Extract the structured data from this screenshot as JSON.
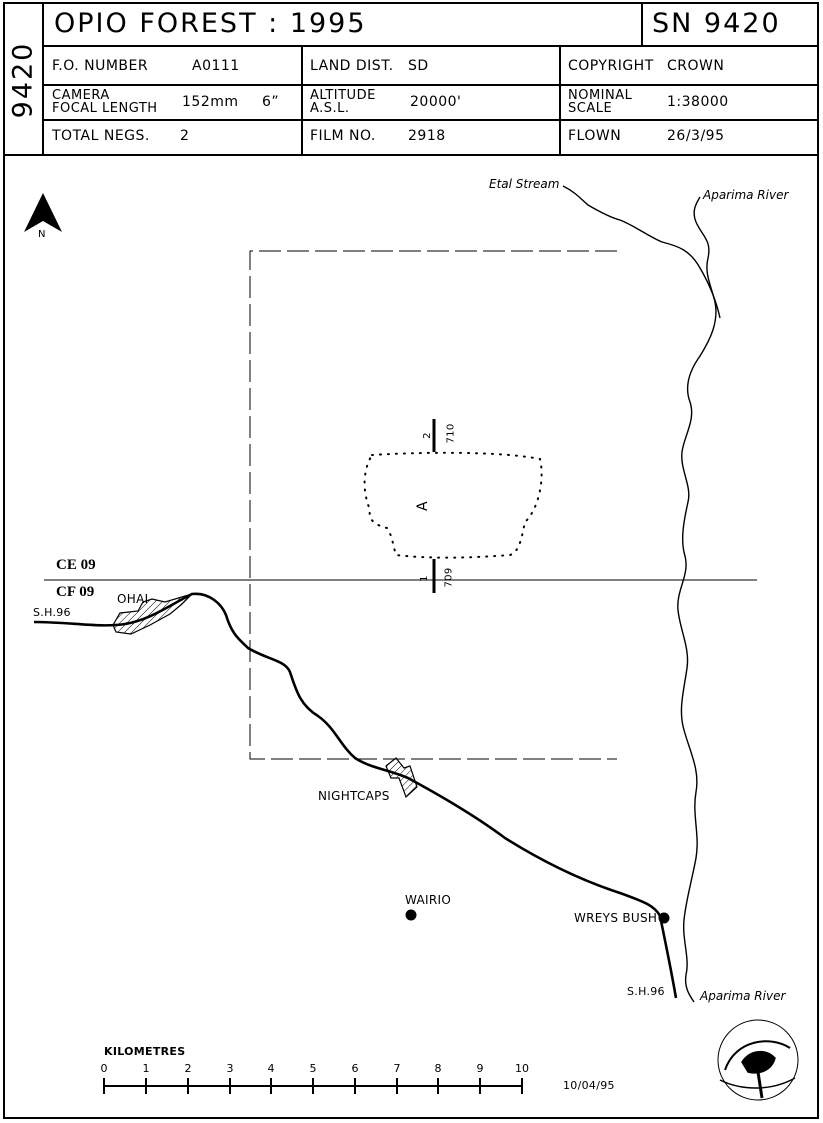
{
  "header": {
    "side_number": "9420",
    "title": "OPIO FOREST : 1995",
    "sn": "SN 9420",
    "rows": [
      [
        {
          "label": "F.O. NUMBER",
          "value": "A0111"
        },
        {
          "label": "LAND DIST.",
          "value": "SD"
        },
        {
          "label": "COPYRIGHT",
          "value": "CROWN"
        }
      ],
      [
        {
          "label_line1": "CAMERA",
          "label_line2": "FOCAL LENGTH",
          "value": "152mm",
          "value2": "6”"
        },
        {
          "label_line1": "ALTITUDE",
          "label_line2": "A.S.L.",
          "value": "20000'"
        },
        {
          "label_line1": "NOMINAL",
          "label_line2": "SCALE",
          "value": "1:38000"
        }
      ],
      [
        {
          "label": "TOTAL NEGS.",
          "value": "2"
        },
        {
          "label": "FILM NO.",
          "value": "2918"
        },
        {
          "label": "FLOWN",
          "value": "26/3/95"
        }
      ]
    ]
  },
  "map": {
    "north_label": "N",
    "places": {
      "ohai": "OHAI",
      "nightcaps": "NIGHTCAPS",
      "wairio": "WAIRIO",
      "wreys_bush": "WREYS BUSH"
    },
    "roads": {
      "sh96_west": "S.H.96",
      "sh96_south": "S.H.96"
    },
    "rivers": {
      "etal": "Etal Stream",
      "aparima_top": "Aparima River",
      "aparima_bottom": "Aparima River"
    },
    "run_lines": {
      "ce": "CE 09",
      "cf": "CF 09"
    },
    "photo_marks": {
      "top_index": "2",
      "top_code": "710",
      "bottom_index": "1",
      "bottom_code": "709",
      "area_label": "A"
    },
    "scale_bar": {
      "title": "KILOMETRES",
      "ticks": [
        "0",
        "1",
        "2",
        "3",
        "4",
        "5",
        "6",
        "7",
        "8",
        "9",
        "10"
      ]
    },
    "date": "10/04/95"
  }
}
